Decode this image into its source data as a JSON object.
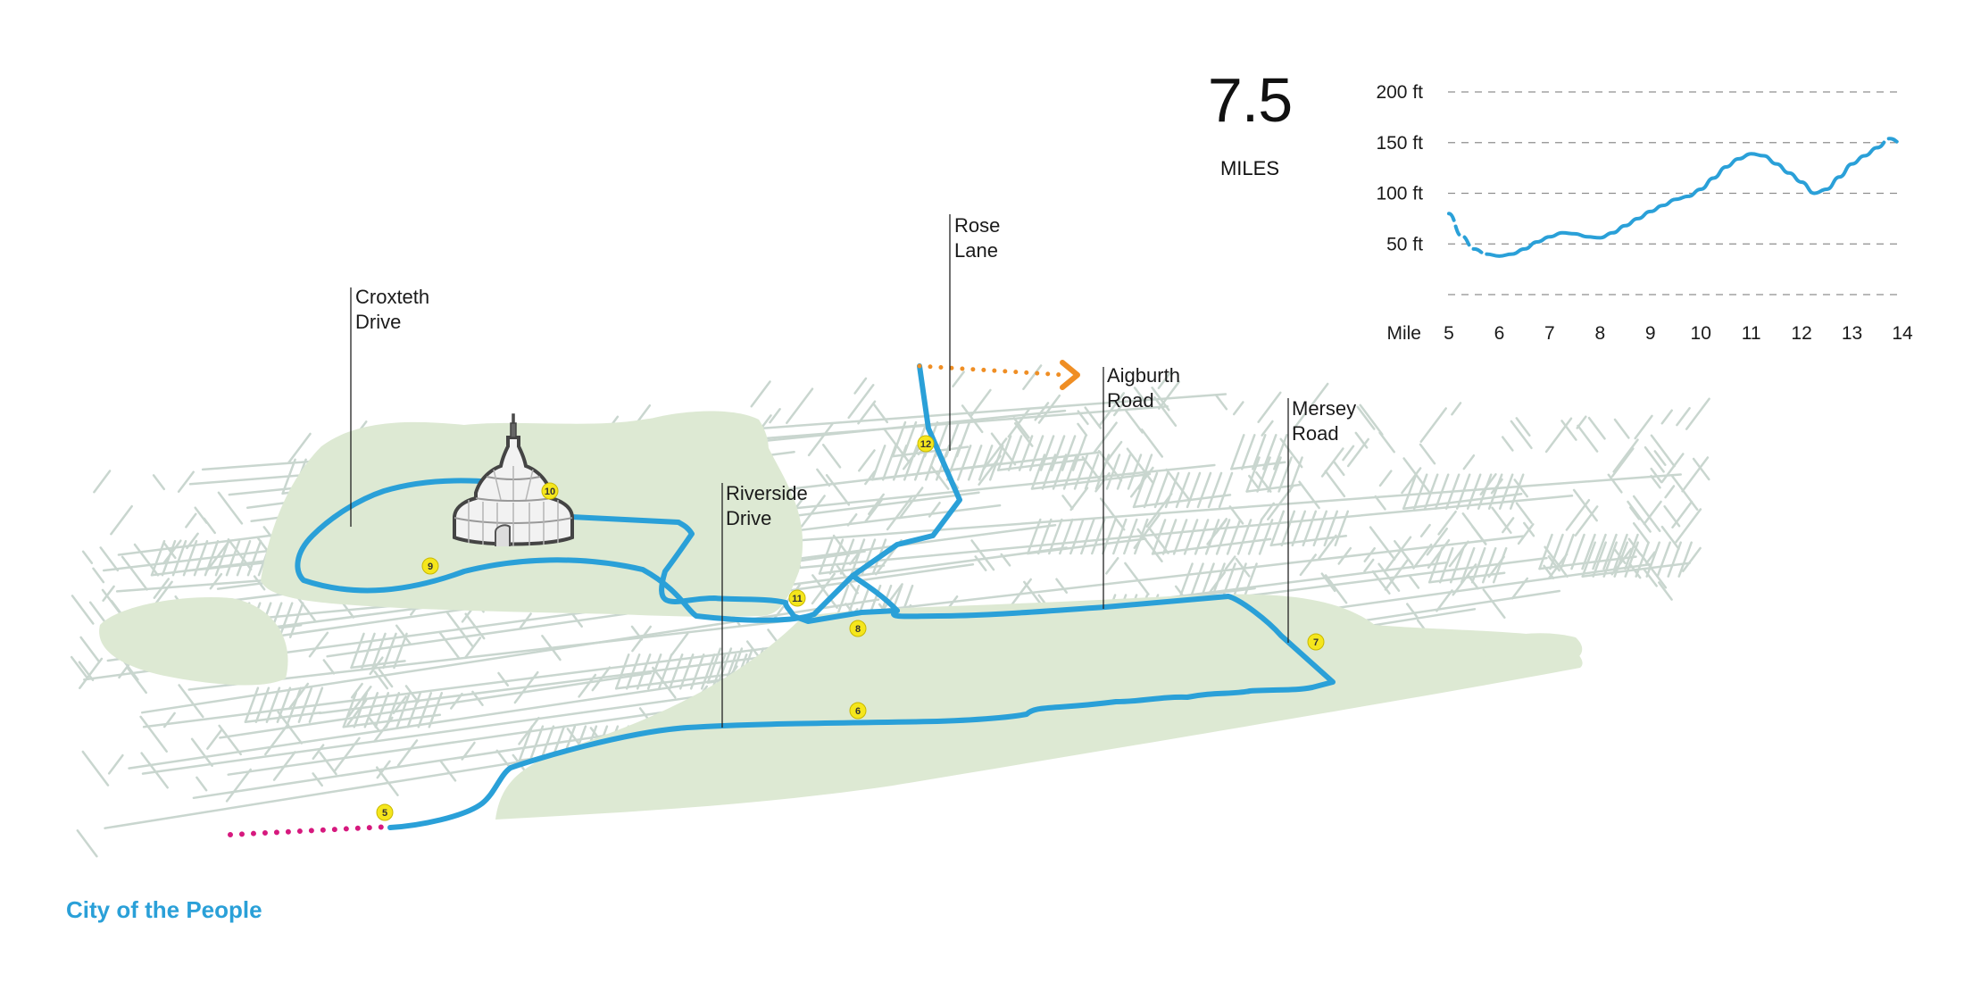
{
  "distance": {
    "value": "7.5",
    "unit": "MILES"
  },
  "caption": "City of the People",
  "colors": {
    "route": "#2aa0d8",
    "park": "#dde9d3",
    "streets": "#c9d6cf",
    "lead_in_dots": "#d6197e",
    "continuation_arrow": "#ef8e24",
    "mile_marker": "#f5e61c"
  },
  "landmark_icon": "palm-house-dome-icon",
  "callouts": [
    {
      "id": "croxteth",
      "lines": [
        "Croxteth",
        "Drive"
      ]
    },
    {
      "id": "rose",
      "lines": [
        "Rose",
        "Lane"
      ]
    },
    {
      "id": "riverside",
      "lines": [
        "Riverside",
        "Drive"
      ]
    },
    {
      "id": "aigburth",
      "lines": [
        "Aigburth",
        "Road"
      ]
    },
    {
      "id": "mersey",
      "lines": [
        "Mersey",
        "Road"
      ]
    }
  ],
  "mile_markers": [
    "5",
    "6",
    "7",
    "8",
    "9",
    "10",
    "11",
    "12"
  ],
  "chart_data": {
    "type": "line",
    "title": "",
    "xlabel": "Mile",
    "ylabel": "",
    "x_ticks": [
      "5",
      "6",
      "7",
      "8",
      "9",
      "10",
      "11",
      "12",
      "13",
      "14"
    ],
    "y_ticks": [
      "200 ft",
      "150 ft",
      "100 ft",
      "50 ft"
    ],
    "xlim": [
      5,
      14
    ],
    "ylim": [
      0,
      200
    ],
    "grid": "dashed horizontal",
    "series": [
      {
        "values_x": [
          5.0,
          5.25,
          5.5,
          5.75,
          6.0,
          6.25,
          6.5,
          6.75,
          7.0,
          7.25,
          7.5,
          7.75,
          8.0,
          8.25,
          8.5,
          8.75,
          9.0,
          9.25,
          9.5,
          9.75,
          10.0,
          10.25,
          10.5,
          10.75,
          11.0,
          11.25,
          11.5,
          11.75,
          12.0,
          12.25,
          12.5,
          12.75,
          13.0,
          13.25,
          13.5,
          13.75,
          14.0
        ],
        "values_y": [
          80,
          58,
          45,
          40,
          38,
          40,
          45,
          52,
          57,
          61,
          60,
          57,
          56,
          61,
          68,
          75,
          82,
          88,
          94,
          97,
          104,
          115,
          126,
          134,
          139,
          137,
          129,
          120,
          111,
          100,
          104,
          116,
          129,
          137,
          145,
          154,
          149
        ]
      }
    ]
  }
}
